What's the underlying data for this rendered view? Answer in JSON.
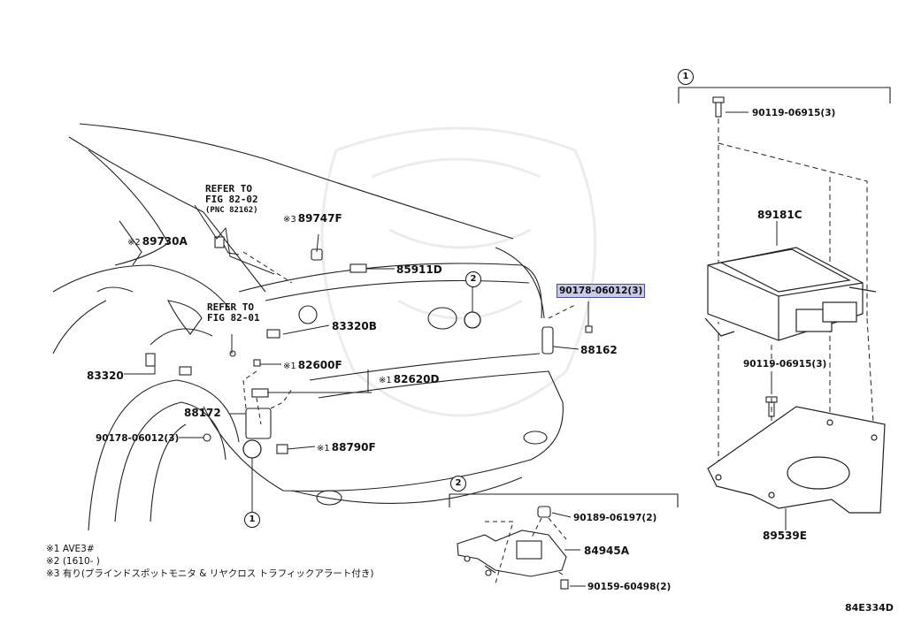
{
  "labels": {
    "p89730A": "89730A",
    "p89747F": "89747F",
    "p85911D": "85911D",
    "p83320B": "83320B",
    "p83320": "83320",
    "p82600F": "82600F",
    "p82620D": "82620D",
    "p88172": "88172",
    "p9017806012a": "90178-06012(3)",
    "p9017806012b": "90178-06012(3)",
    "p88162": "88162",
    "p88790F": "88790F",
    "p9011906915a": "90119-06915(3)",
    "p89181C": "89181C",
    "p9011906915b": "90119-06915(3)",
    "p89539E": "89539E",
    "p9018906197": "90189-06197(2)",
    "p84945A": "84945A",
    "p9015960498": "90159-60498(2)"
  },
  "prefixes": {
    "note2": "※2",
    "note3": "※3",
    "note1": "※1"
  },
  "refer": {
    "line1a": "REFER TO",
    "line1b": "FIG 82-02",
    "line1c": "(PNC 82162)",
    "line2a": "REFER TO",
    "line2b": "FIG 82-01"
  },
  "callouts": {
    "one": "1",
    "two": "2"
  },
  "notes": {
    "n1": "※1 AVE3#",
    "n2": "※2 (1610-     )",
    "n3": "※3 有り(ブラインドスポットモニタ & リヤクロス トラフィックアラート付き)"
  },
  "diagram_code": "84E334D",
  "highlight_color": "#c9c9e8"
}
